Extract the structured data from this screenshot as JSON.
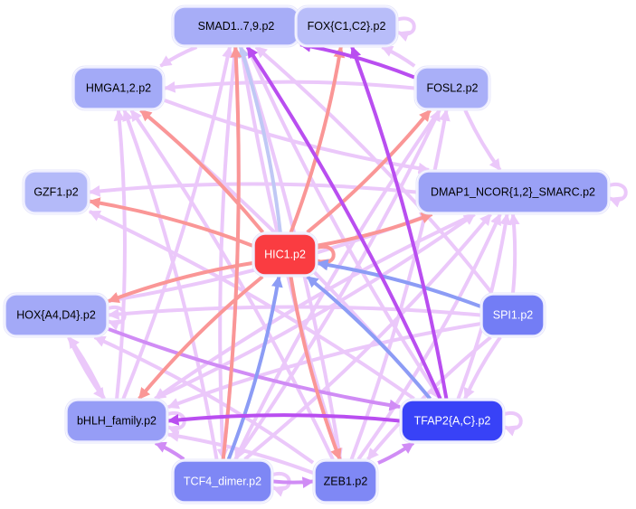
{
  "title": "Motif activity network",
  "colors": {
    "edge_light": "#ebc8fa",
    "edge_mid": "#d08cf5",
    "edge_strong": "#b94ef0",
    "edge_red": "#fa9696",
    "edge_blue": "#8c9cf5",
    "edge_pale_blue": "#c0c8f5"
  },
  "nodes": [
    {
      "id": "SMAD",
      "label": "SMAD1..7,9.p2",
      "fill": "#a7adf7",
      "text": "#000000"
    },
    {
      "id": "FOXC",
      "label": "FOX{C1,C2}.p2",
      "fill": "#b8bdf9",
      "text": "#000000"
    },
    {
      "id": "HMGA",
      "label": "HMGA1,2.p2",
      "fill": "#a3aaf7",
      "text": "#000000"
    },
    {
      "id": "FOSL2",
      "label": "FOSL2.p2",
      "fill": "#a9aff8",
      "text": "#000000"
    },
    {
      "id": "GZF1",
      "label": "GZF1.p2",
      "fill": "#b4baf9",
      "text": "#000000"
    },
    {
      "id": "DMAP1",
      "label": "DMAP1_NCOR{1,2}_SMARC.p2",
      "fill": "#9aa1f6",
      "text": "#000000"
    },
    {
      "id": "HIC1",
      "label": "HIC1.p2",
      "fill": "#fa3c41",
      "text": "#ffffff"
    },
    {
      "id": "HOX",
      "label": "HOX{A4,D4}.p2",
      "fill": "#a3a9f7",
      "text": "#000000"
    },
    {
      "id": "SPI1",
      "label": "SPI1.p2",
      "fill": "#737df5",
      "text": "#ffffff"
    },
    {
      "id": "bHLH",
      "label": "bHLH_family.p2",
      "fill": "#969df6",
      "text": "#000000"
    },
    {
      "id": "TFAP2",
      "label": "TFAP2{A,C}.p2",
      "fill": "#3842f7",
      "text": "#ffffff"
    },
    {
      "id": "TCF4",
      "label": "TCF4_dimer.p2",
      "fill": "#7e87f5",
      "text": "#ffffff"
    },
    {
      "id": "ZEB1",
      "label": "ZEB1.p2",
      "fill": "#7f88f5",
      "text": "#000000"
    }
  ],
  "edges": [
    {
      "from": "SMAD",
      "to": "SMAD",
      "kind": "light"
    },
    {
      "from": "FOXC",
      "to": "FOXC",
      "kind": "light"
    },
    {
      "from": "DMAP1",
      "to": "DMAP1",
      "kind": "light"
    },
    {
      "from": "HIC1",
      "to": "HIC1",
      "kind": "red"
    },
    {
      "from": "HOX",
      "to": "HOX",
      "kind": "light"
    },
    {
      "from": "TFAP2",
      "to": "TFAP2",
      "kind": "light"
    },
    {
      "from": "TCF4",
      "to": "TCF4",
      "kind": "light"
    },
    {
      "from": "bHLH",
      "to": "bHLH",
      "kind": "light"
    },
    {
      "from": "SMAD",
      "to": "FOXC",
      "kind": "light"
    },
    {
      "from": "SMAD",
      "to": "HMGA",
      "kind": "light"
    },
    {
      "from": "FOSL2",
      "to": "SMAD",
      "kind": "strong"
    },
    {
      "from": "FOSL2",
      "to": "FOXC",
      "kind": "light"
    },
    {
      "from": "FOSL2",
      "to": "DMAP1",
      "kind": "light"
    },
    {
      "from": "FOSL2",
      "to": "HMGA",
      "kind": "light"
    },
    {
      "from": "HIC1",
      "to": "HMGA",
      "kind": "red"
    },
    {
      "from": "HIC1",
      "to": "GZF1",
      "kind": "red"
    },
    {
      "from": "HIC1",
      "to": "FOXC",
      "kind": "red"
    },
    {
      "from": "HIC1",
      "to": "FOSL2",
      "kind": "red"
    },
    {
      "from": "HIC1",
      "to": "DMAP1",
      "kind": "red"
    },
    {
      "from": "HIC1",
      "to": "bHLH",
      "kind": "red"
    },
    {
      "from": "HIC1",
      "to": "HOX",
      "kind": "red"
    },
    {
      "from": "HIC1",
      "to": "ZEB1",
      "kind": "red"
    },
    {
      "from": "HIC1",
      "to": "SMAD",
      "kind": "paleblue"
    },
    {
      "from": "TCF4",
      "to": "SMAD",
      "kind": "red"
    },
    {
      "from": "TCF4",
      "to": "HIC1",
      "kind": "blue"
    },
    {
      "from": "SPI1",
      "to": "HIC1",
      "kind": "blue"
    },
    {
      "from": "TFAP2",
      "to": "HIC1",
      "kind": "blue"
    },
    {
      "from": "TFAP2",
      "to": "SMAD",
      "kind": "strong"
    },
    {
      "from": "TFAP2",
      "to": "FOXC",
      "kind": "strong"
    },
    {
      "from": "TFAP2",
      "to": "bHLH",
      "kind": "strong"
    },
    {
      "from": "ZEB1",
      "to": "TFAP2",
      "kind": "mid"
    },
    {
      "from": "TCF4",
      "to": "ZEB1",
      "kind": "mid"
    },
    {
      "from": "TCF4",
      "to": "bHLH",
      "kind": "mid"
    },
    {
      "from": "DMAP1",
      "to": "GZF1",
      "kind": "light"
    },
    {
      "from": "HMGA",
      "to": "DMAP1",
      "kind": "light"
    },
    {
      "from": "bHLH",
      "to": "HMGA",
      "kind": "light"
    },
    {
      "from": "TCF4",
      "to": "HMGA",
      "kind": "light"
    },
    {
      "from": "ZEB1",
      "to": "HMGA",
      "kind": "light"
    },
    {
      "from": "TFAP2",
      "to": "HMGA",
      "kind": "light"
    },
    {
      "from": "bHLH",
      "to": "SMAD",
      "kind": "light"
    },
    {
      "from": "TCF4",
      "to": "FOSL2",
      "kind": "light"
    },
    {
      "from": "ZEB1",
      "to": "SMAD",
      "kind": "light"
    },
    {
      "from": "ZEB1",
      "to": "FOSL2",
      "kind": "light"
    },
    {
      "from": "ZEB1",
      "to": "DMAP1",
      "kind": "light"
    },
    {
      "from": "TFAP2",
      "to": "DMAP1",
      "kind": "light"
    },
    {
      "from": "SPI1",
      "to": "DMAP1",
      "kind": "light"
    },
    {
      "from": "SPI1",
      "to": "TFAP2",
      "kind": "light"
    },
    {
      "from": "SPI1",
      "to": "ZEB1",
      "kind": "light"
    },
    {
      "from": "SPI1",
      "to": "SMAD",
      "kind": "light"
    },
    {
      "from": "SPI1",
      "to": "HOX",
      "kind": "light"
    },
    {
      "from": "SPI1",
      "to": "bHLH",
      "kind": "light"
    },
    {
      "from": "HOX",
      "to": "bHLH",
      "kind": "light"
    },
    {
      "from": "bHLH",
      "to": "HOX",
      "kind": "light"
    },
    {
      "from": "HOX",
      "to": "TFAP2",
      "kind": "mid"
    },
    {
      "from": "ZEB1",
      "to": "HOX",
      "kind": "light"
    },
    {
      "from": "TCF4",
      "to": "SMAD",
      "kind": "light"
    },
    {
      "from": "SMAD",
      "to": "ZEB1",
      "kind": "light"
    },
    {
      "from": "SMAD",
      "to": "TFAP2",
      "kind": "light"
    },
    {
      "from": "SMAD",
      "to": "TCF4",
      "kind": "light"
    },
    {
      "from": "HOX",
      "to": "DMAP1",
      "kind": "light"
    },
    {
      "from": "TFAP2",
      "to": "GZF1",
      "kind": "light"
    },
    {
      "from": "ZEB1",
      "to": "bHLH",
      "kind": "light"
    },
    {
      "from": "DMAP1",
      "to": "bHLH",
      "kind": "light"
    },
    {
      "from": "FOSL2",
      "to": "TCF4",
      "kind": "light"
    },
    {
      "from": "TCF4",
      "to": "DMAP1",
      "kind": "light"
    },
    {
      "from": "bHLH",
      "to": "DMAP1",
      "kind": "light"
    }
  ]
}
